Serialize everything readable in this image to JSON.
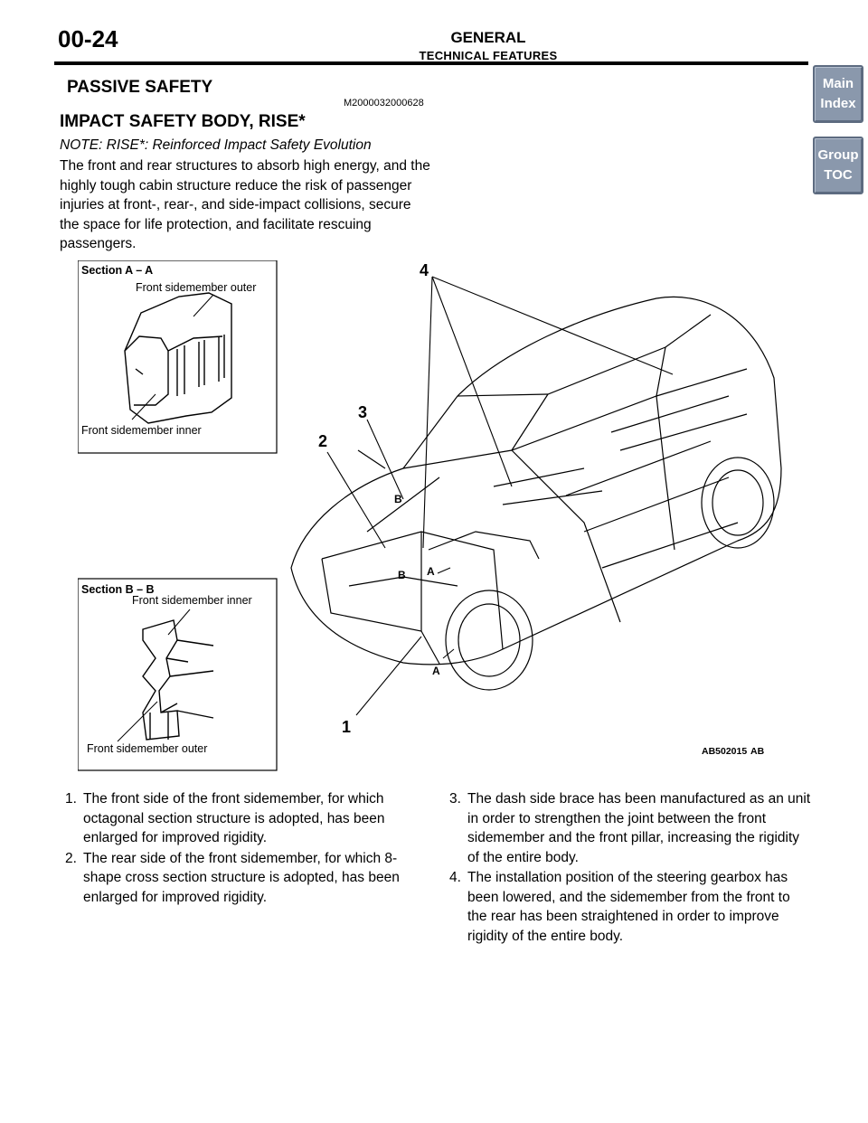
{
  "header": {
    "page_number": "00-24",
    "group": "GENERAL",
    "section": "TECHNICAL FEATURES"
  },
  "nav": {
    "main_line1": "Main",
    "main_line2": "Index",
    "toc_line1": "Group",
    "toc_line2": "TOC"
  },
  "content": {
    "section_title": "PASSIVE SAFETY",
    "section_code": "M2000032000628",
    "subtitle": "IMPACT SAFETY BODY, RISE*",
    "note": "NOTE: RISE*: Reinforced Impact Safety Evolution",
    "intro": "The front and rear structures to absorb high energy, and the highly tough cabin structure reduce the risk of passenger injuries at front-, rear-, and side-impact collisions, secure the space for life protection, and facilitate rescuing passengers."
  },
  "figure": {
    "section_a_title": "Section A – A",
    "section_a_outer": "Front sidemember outer",
    "section_a_inner": "Front sidemember inner",
    "section_b_title": "Section B – B",
    "section_b_inner": "Front sidemember inner",
    "section_b_outer": "Front sidemember outer",
    "callout_1": "1",
    "callout_2": "2",
    "callout_3": "3",
    "callout_4": "4",
    "marker_a": "A",
    "marker_b": "B",
    "figure_code": "AB502015",
    "figure_suffix": "AB"
  },
  "list": [
    {
      "num": "1.",
      "text": "The front side of the front sidemember, for which octagonal section structure is adopted, has been enlarged for improved rigidity."
    },
    {
      "num": "2.",
      "text": "The rear side of the front sidemember, for which 8-shape cross section structure is adopted, has been enlarged for improved rigidity."
    },
    {
      "num": "3.",
      "text": "The dash side brace has been manufactured as an unit in order to strengthen the joint between the front sidemember and the front pillar, increasing the rigidity of the entire body."
    },
    {
      "num": "4.",
      "text": "The installation position of the steering gearbox has been lowered, and the sidemember from the front to the rear has been straightened in order to improve rigidity of the entire body."
    }
  ]
}
